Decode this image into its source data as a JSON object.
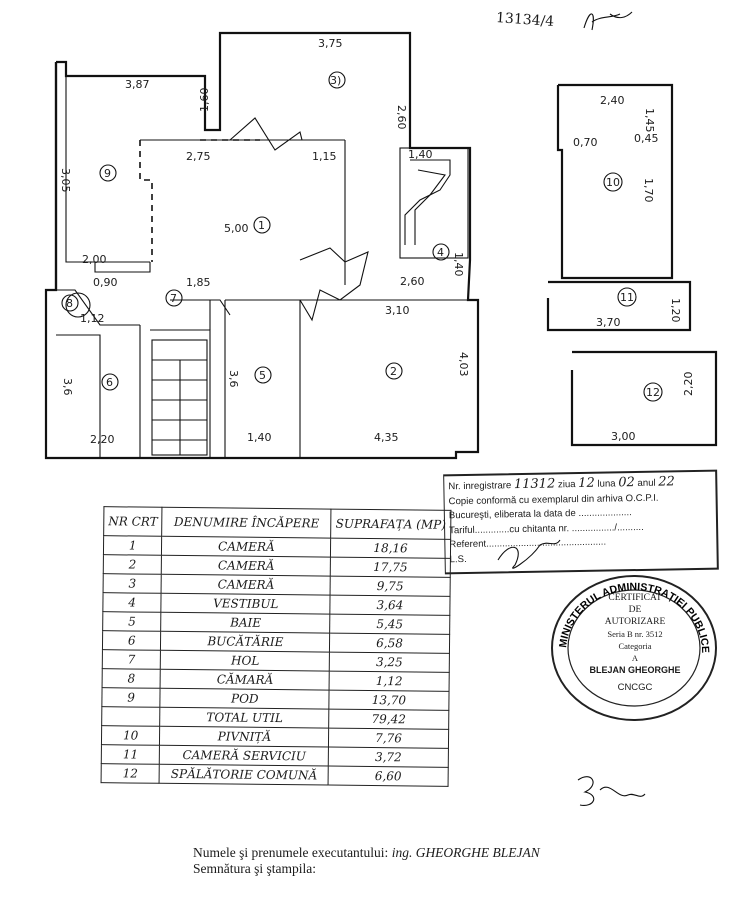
{
  "header": {
    "reference_number": "13134/4"
  },
  "plan": {
    "dimensions": [
      "3,75",
      "3,87",
      "1,60",
      "2,60",
      "2,75",
      "1,15",
      "1,40",
      "3,05",
      "5,00",
      "1,40",
      "2,00",
      "0,90",
      "1,85",
      "2,60",
      "3,10",
      "1,12",
      "4,03",
      "3,6",
      "3,6",
      "2,20",
      "1,40",
      "4,35",
      "2,40",
      "1,45",
      "0,70",
      "0,45",
      "1,70",
      "3,70",
      "1,20",
      "2,20",
      "3,00"
    ],
    "room_numbers": [
      "1",
      "2",
      "3)",
      "4",
      "5",
      "6",
      "7",
      "8",
      "9",
      "10",
      "11",
      "12"
    ]
  },
  "registration": {
    "line1": {
      "label": "Nr. inregistrare",
      "value": "11312",
      "ziua_label": "ziua",
      "ziua": "12",
      "luna_label": "luna",
      "luna": "02",
      "anul_label": "anul",
      "anul": "22"
    },
    "line2": "Copie conformă cu exemplarul din arhiva O.C.P.I.",
    "line3": "Bucureşti, eliberata la data de ....................",
    "line4": "Tariful.............cu chitanta nr. ................/..........",
    "line5": "Referent.............................................",
    "line6": "L.S."
  },
  "table": {
    "headers": [
      "NR CRT",
      "DENUMIRE ÎNCĂPERE",
      "SUPRAFAȚA (MP)"
    ],
    "rows": [
      {
        "nr": "1",
        "name": "CAMERĂ",
        "area": "18,16"
      },
      {
        "nr": "2",
        "name": "CAMERĂ",
        "area": "17,75"
      },
      {
        "nr": "3",
        "name": "CAMERĂ",
        "area": "9,75"
      },
      {
        "nr": "4",
        "name": "VESTIBUL",
        "area": "3,64"
      },
      {
        "nr": "5",
        "name": "BAIE",
        "area": "5,45"
      },
      {
        "nr": "6",
        "name": "BUCĂTĂRIE",
        "area": "6,58"
      },
      {
        "nr": "7",
        "name": "HOL",
        "area": "3,25"
      },
      {
        "nr": "8",
        "name": "CĂMARĂ",
        "area": "1,12"
      },
      {
        "nr": "9",
        "name": "POD",
        "area": "13,70"
      },
      {
        "nr": "",
        "name": "TOTAL UTIL",
        "area": "79,42"
      },
      {
        "nr": "10",
        "name": "PIVNIȚĂ",
        "area": "7,76"
      },
      {
        "nr": "11",
        "name": "CAMERĂ SERVICIU",
        "area": "3,72"
      },
      {
        "nr": "12",
        "name": "SPĂLĂTORIE COMUNĂ",
        "area": "6,60"
      }
    ]
  },
  "seal": {
    "ring_top": "MINISTERUL ADMINISTRAȚIEI PUBLICE",
    "ring_bottom": "CNCGC",
    "line1": "CERTIFICAT",
    "line2": "DE",
    "line3": "AUTORIZARE",
    "line4": "Seria B nr. 3512",
    "line5": "Categoria",
    "line6": "A",
    "line7": "BLEJAN GHEORGHE"
  },
  "footer": {
    "executor_label": "Numele şi prenumele executantului:",
    "executor_name": "ing. GHEORGHE BLEJAN",
    "signature_label": "Semnătura şi ştampila:"
  }
}
